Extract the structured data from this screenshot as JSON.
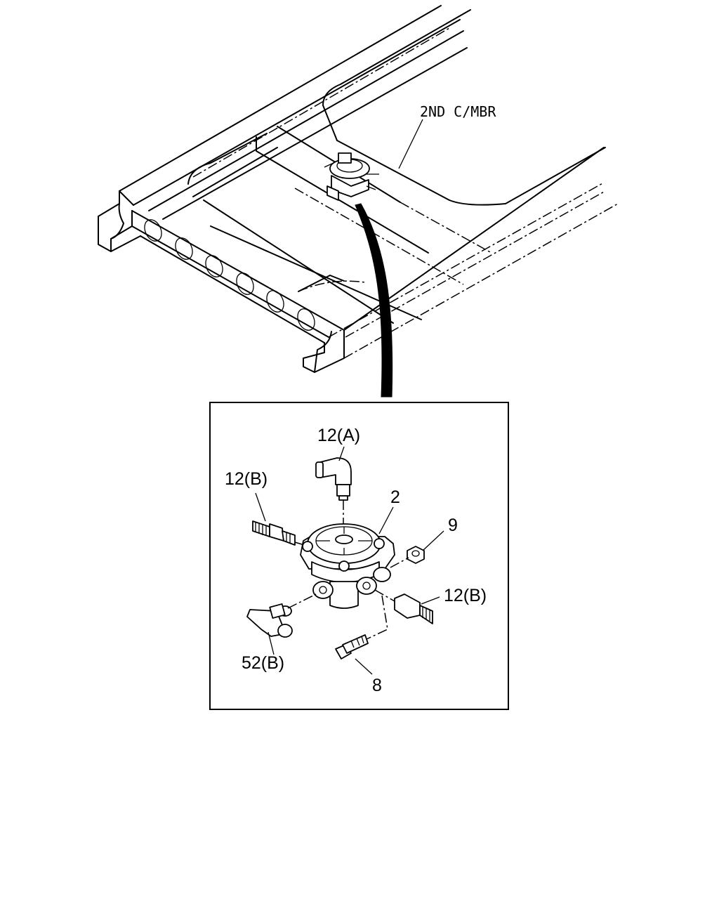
{
  "callouts": {
    "frame_member": "2ND C/MBR",
    "fitting_top": "12(A)",
    "fitting_left": "12(B)",
    "valve": "2",
    "nut": "9",
    "fitting_right": "12(B)",
    "tee": "52(B)",
    "bolt": "8"
  }
}
